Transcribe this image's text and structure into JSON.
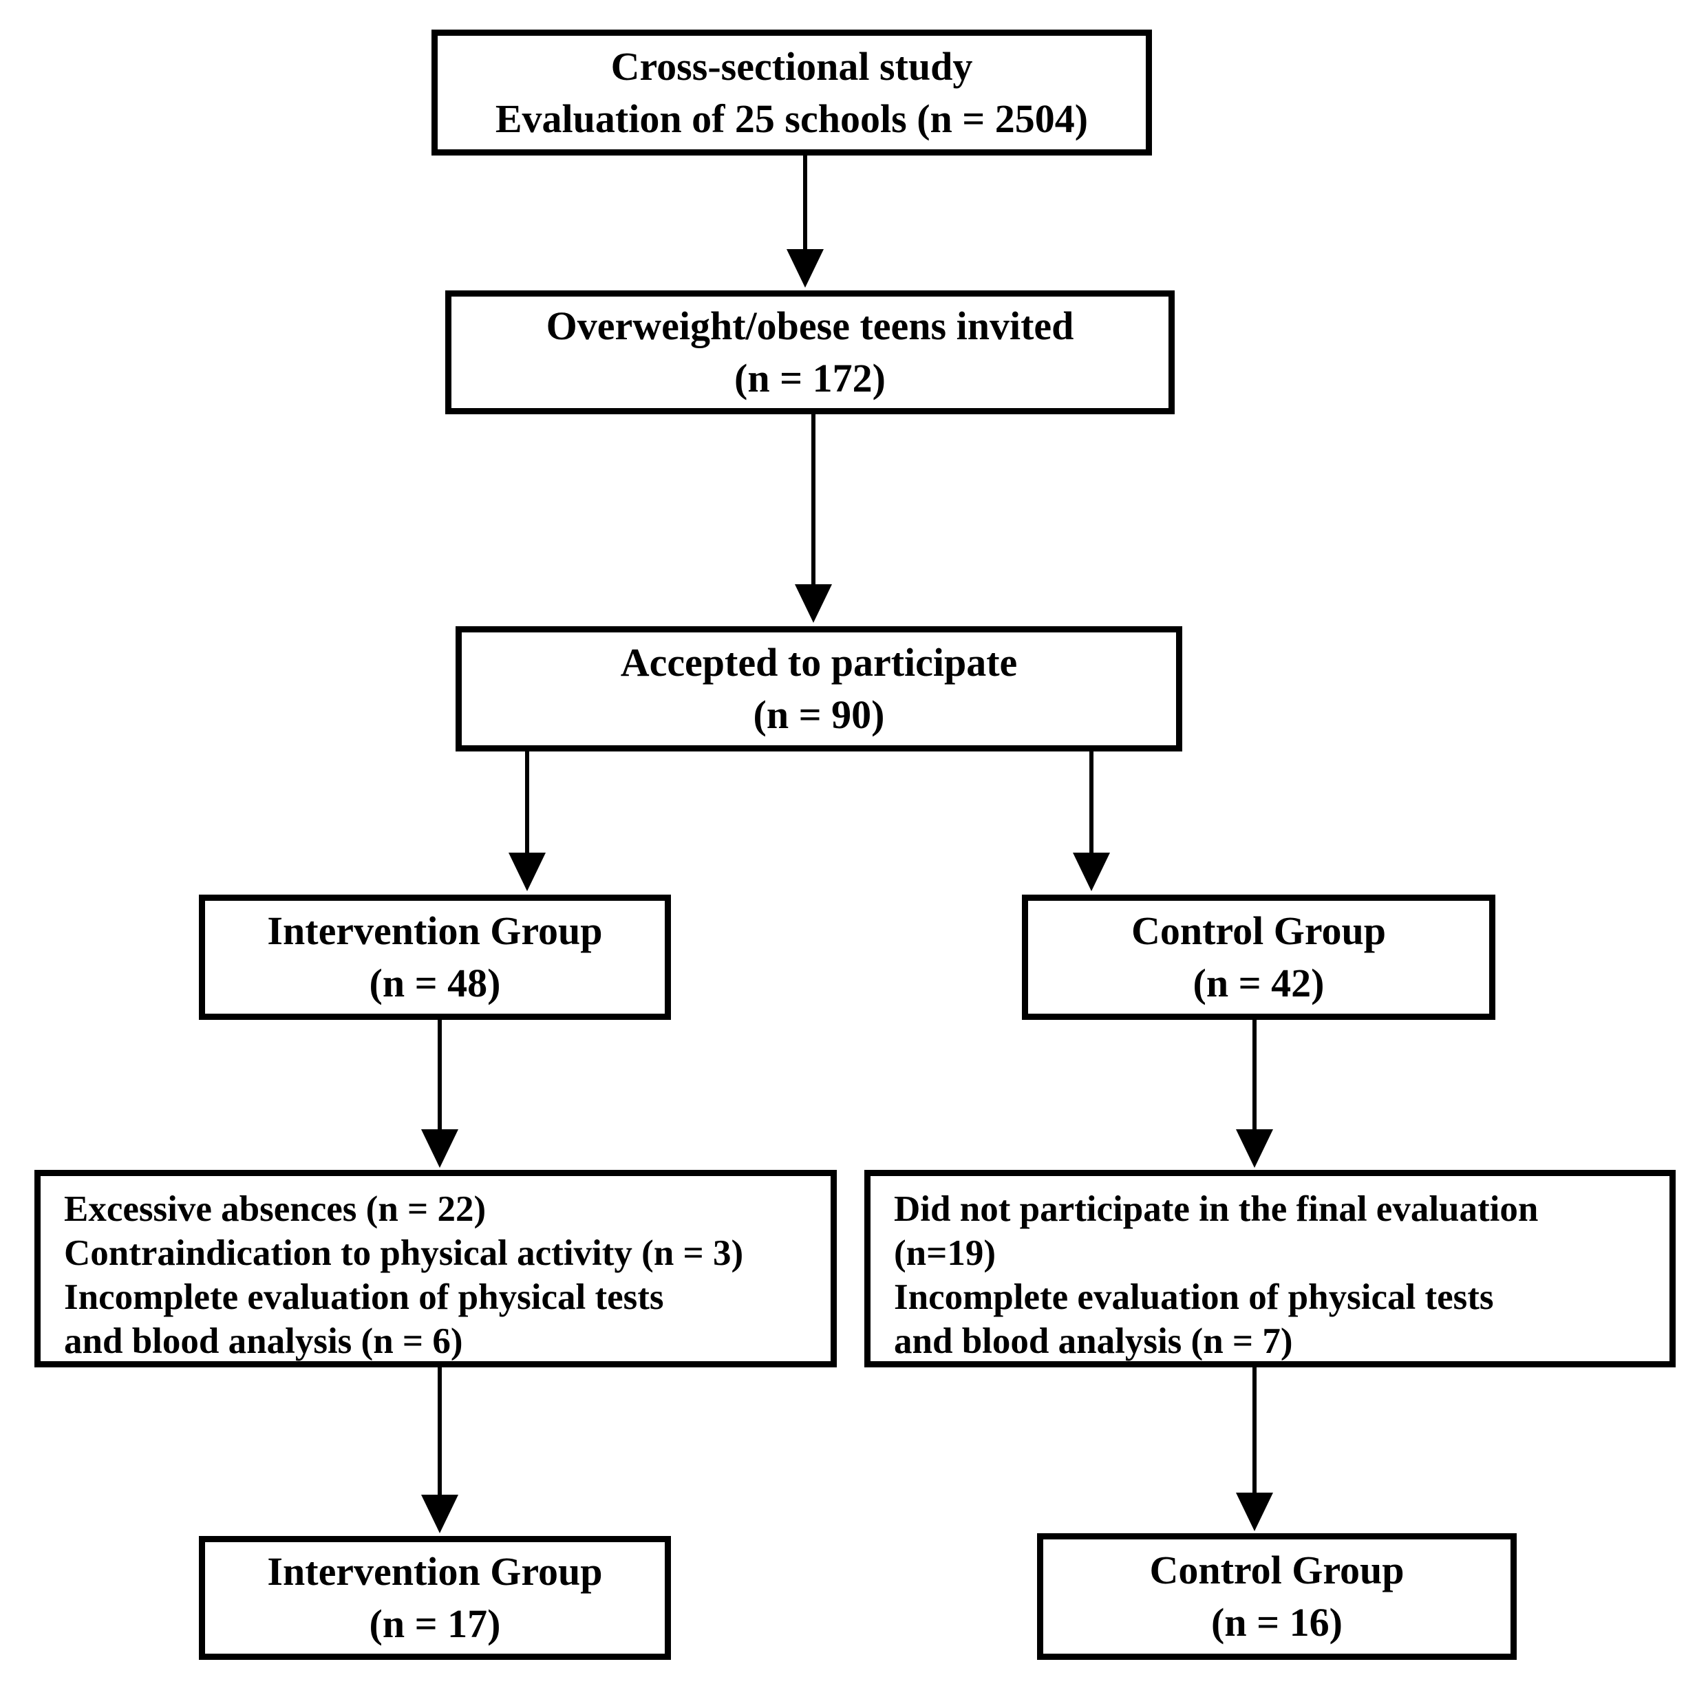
{
  "diagram": {
    "type": "flowchart",
    "colors": {
      "border": "#000000",
      "text": "#000000",
      "background": "#ffffff"
    },
    "nodes": {
      "study": {
        "lines": [
          "Cross-sectional study",
          "Evaluation of 25 schools (n = 2504)"
        ]
      },
      "invited": {
        "lines": [
          "Overweight/obese teens invited",
          "(n = 172)"
        ]
      },
      "accepted": {
        "lines": [
          "Accepted to participate",
          "(n = 90)"
        ]
      },
      "intervention": {
        "lines": [
          "Intervention Group",
          "(n = 48)"
        ]
      },
      "control": {
        "lines": [
          "Control Group",
          "(n = 42)"
        ]
      },
      "intervention_exclusions": {
        "lines": [
          "Excessive absences (n = 22)",
          "Contraindication to physical activity (n = 3)",
          "Incomplete evaluation of physical tests",
          "and blood analysis (n = 6)"
        ]
      },
      "control_exclusions": {
        "lines": [
          "Did not participate in the final evaluation",
          "(n=19)",
          "Incomplete evaluation of physical tests",
          "and blood analysis (n = 7)"
        ]
      },
      "intervention_final": {
        "lines": [
          "Intervention Group",
          "(n = 17)"
        ]
      },
      "control_final": {
        "lines": [
          "Control Group",
          "(n = 16)"
        ]
      }
    },
    "edges": [
      {
        "from": "study",
        "to": "invited"
      },
      {
        "from": "invited",
        "to": "accepted"
      },
      {
        "from": "accepted",
        "to": "intervention"
      },
      {
        "from": "accepted",
        "to": "control"
      },
      {
        "from": "intervention",
        "to": "intervention_exclusions"
      },
      {
        "from": "control",
        "to": "control_exclusions"
      },
      {
        "from": "intervention_exclusions",
        "to": "intervention_final"
      },
      {
        "from": "control_exclusions",
        "to": "control_final"
      }
    ]
  }
}
